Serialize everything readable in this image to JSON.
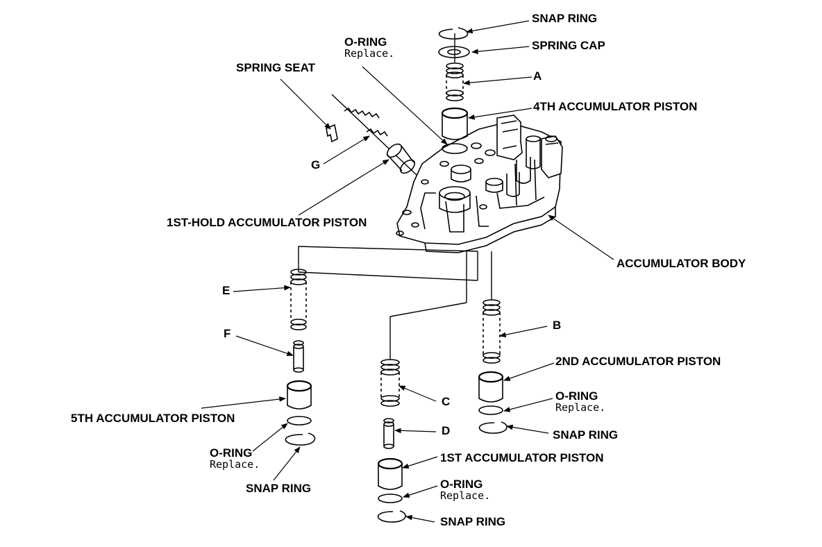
{
  "labels": {
    "snap_ring_top": "SNAP RING",
    "spring_cap": "SPRING CAP",
    "o_ring_top": "O-RING",
    "o_ring_top_note": "Replace.",
    "spring_seat": "SPRING SEAT",
    "a": "A",
    "fourth_piston": "4TH ACCUMULATOR PISTON",
    "g": "G",
    "first_hold_piston": "1ST-HOLD ACCUMULATOR PISTON",
    "accumulator_body": "ACCUMULATOR BODY",
    "e": "E",
    "b": "B",
    "f": "F",
    "second_piston": "2ND ACCUMULATOR PISTON",
    "o_ring_2nd": "O-RING",
    "o_ring_2nd_note": "Replace.",
    "fifth_piston": "5TH ACCUMULATOR PISTON",
    "c": "C",
    "snap_ring_2nd": "SNAP RING",
    "d": "D",
    "o_ring_5th": "O-RING",
    "o_ring_5th_note": "Replace.",
    "first_piston": "1ST ACCUMULATOR PISTON",
    "snap_ring_5th": "SNAP RING",
    "o_ring_1st": "O-RING",
    "o_ring_1st_note": "Replace.",
    "snap_ring_1st": "SNAP RING"
  }
}
